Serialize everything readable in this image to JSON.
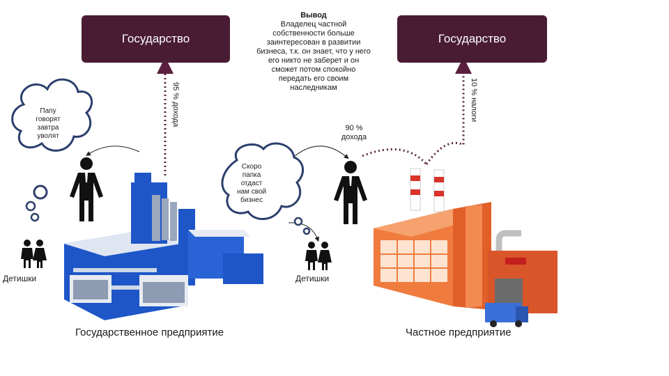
{
  "left_state": {
    "label": "Государство"
  },
  "right_state": {
    "label": "Государство"
  },
  "conclusion": {
    "title": "Вывод",
    "body": "Владелец частной собственности больше заинтересован в развитии бизнеса, т.к. он знает, что у него его никто не заберет и он сможет потом спокойно передать его своим наследникам"
  },
  "left_income_label": "95 % дохода",
  "right_tax_label": "10 % налоги",
  "right_income_label": "90 % дохода",
  "left_cloud": {
    "text": "Папу говорят завтра уволят"
  },
  "right_cloud": {
    "text": "Скоро папка отдаст нам свой бизнес"
  },
  "left_kids_label": "Детишки",
  "right_kids_label": "Детишки",
  "left_caption": "Государственное предприятие",
  "right_caption": "Частное предприятие",
  "colors": {
    "state_box": "#4a1c33",
    "arrow": "#5a1f3c",
    "state_factory": "#1e56c8",
    "private_factory": "#e8743a"
  }
}
